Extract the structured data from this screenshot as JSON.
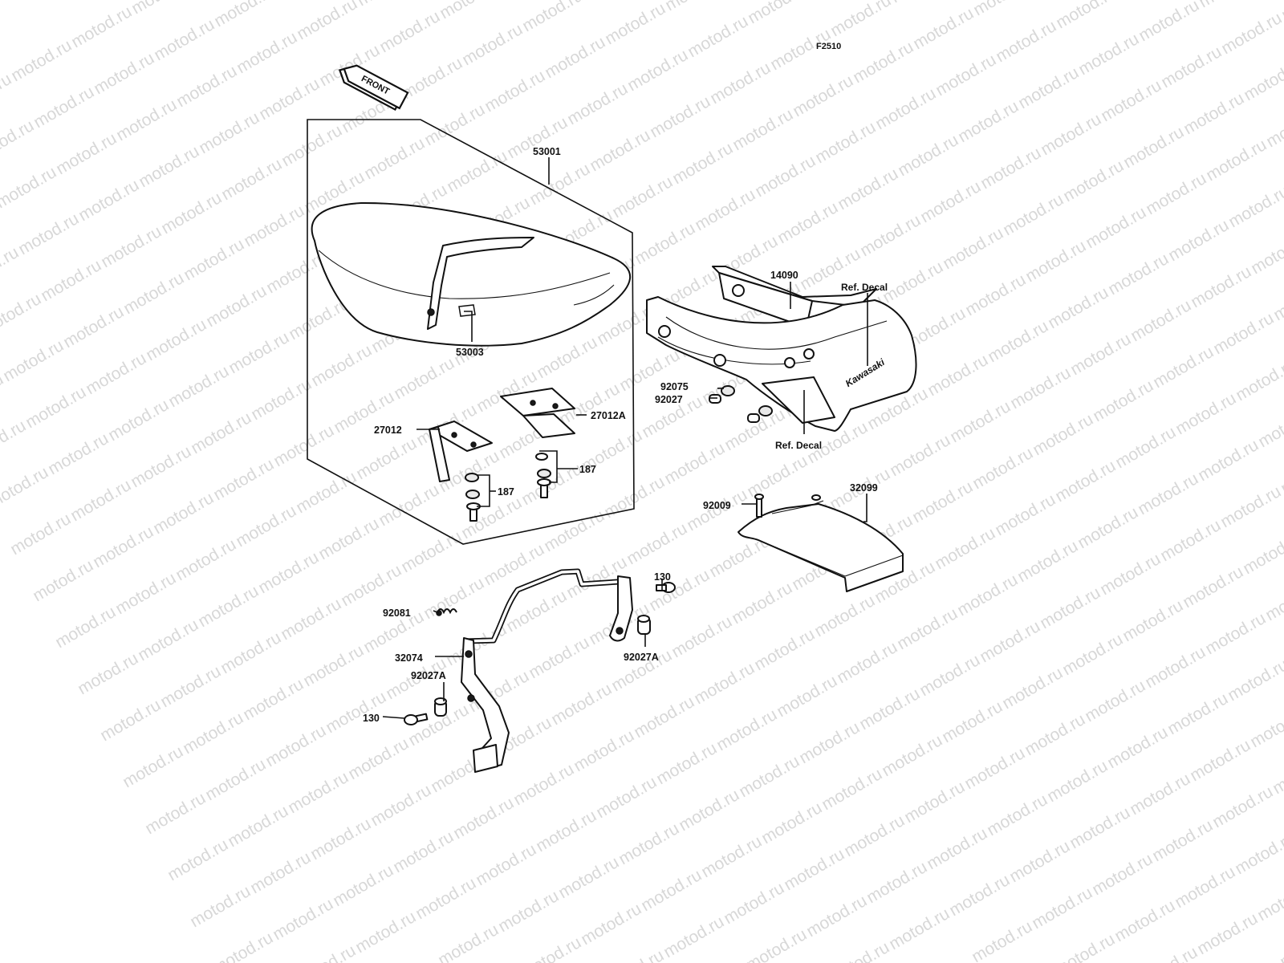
{
  "diagram": {
    "figure_code": "F2510",
    "front_arrow_label": "FRONT",
    "watermark_text": "motod.ru",
    "brand_decal_text": "Kawasaki"
  },
  "labels": {
    "seat": "53001",
    "seat_strap": "53003",
    "bracket_right": "27012A",
    "bracket_left": "27012",
    "damper_right": "187",
    "damper_left": "187",
    "tail_cover_upper": "14090",
    "ref_decal_top": "Ref. Decal",
    "collar_upper": "92075",
    "collar_lower": "92027",
    "ref_decal_bottom": "Ref. Decal",
    "bolt_tray": "92009",
    "tray": "32099",
    "bolt_right": "130",
    "spring": "92081",
    "collar_right": "92027A",
    "rod_bracket": "32074",
    "collar_left": "92027A",
    "bolt_left": "130"
  }
}
